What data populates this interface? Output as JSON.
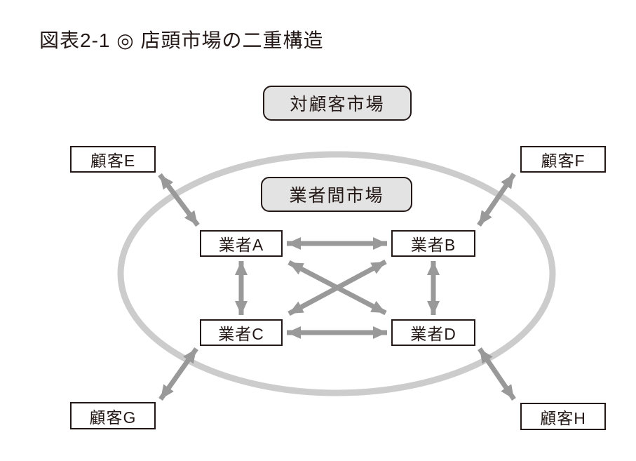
{
  "title": "図表2-1 ◎ 店頭市場の二重構造",
  "diagram": {
    "outer_market_label": "対顧客市場",
    "inner_market_label": "業者間市場",
    "dealers": [
      {
        "label": "業者A"
      },
      {
        "label": "業者B"
      },
      {
        "label": "業者C"
      },
      {
        "label": "業者D"
      }
    ],
    "customers": [
      {
        "label": "顧客E"
      },
      {
        "label": "顧客F"
      },
      {
        "label": "顧客G"
      },
      {
        "label": "顧客H"
      }
    ],
    "arrows": [
      {
        "from": "業者A",
        "to": "業者B",
        "type": "double-headed"
      },
      {
        "from": "業者A",
        "to": "業者C",
        "type": "double-headed"
      },
      {
        "from": "業者A",
        "to": "業者D",
        "type": "double-headed"
      },
      {
        "from": "業者B",
        "to": "業者D",
        "type": "double-headed"
      },
      {
        "from": "業者C",
        "to": "業者B",
        "type": "double-headed"
      },
      {
        "from": "業者C",
        "to": "業者D",
        "type": "double-headed"
      },
      {
        "from": "顧客E",
        "to": "業者A",
        "type": "double-headed"
      },
      {
        "from": "顧客F",
        "to": "業者B",
        "type": "double-headed"
      },
      {
        "from": "顧客G",
        "to": "業者C",
        "type": "double-headed"
      },
      {
        "from": "顧客H",
        "to": "業者D",
        "type": "double-headed"
      }
    ],
    "colors": {
      "arrow": "#999999",
      "ellipse": "#cccccc",
      "box_border": "#231815",
      "market_box_fill": "#e3e3e3",
      "text": "#231815",
      "background": "#ffffff"
    }
  }
}
